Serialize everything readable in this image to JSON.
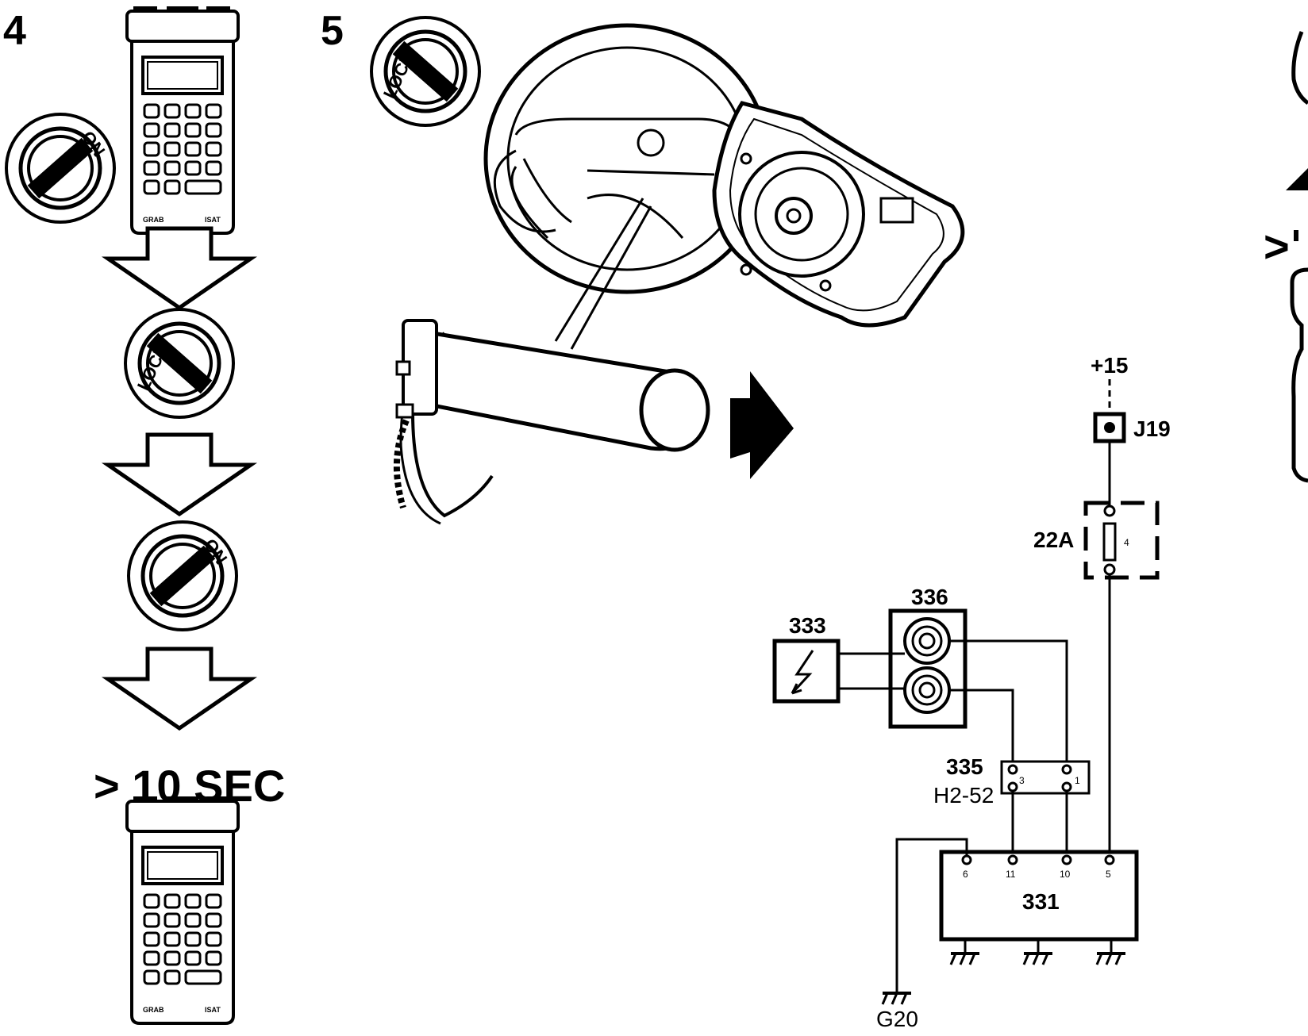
{
  "steps": {
    "step4": "4",
    "step5": "5"
  },
  "left_panel": {
    "key_on_label": "ON",
    "key_lock_label": "LOCK",
    "delay_label": "> 10 SEC",
    "tester_footer_left": "GRAB",
    "tester_footer_right": "ISAT"
  },
  "middle_panel": {
    "key_lock_label": "LOCK"
  },
  "circuit": {
    "supply": "+15",
    "junction": "J19",
    "fuse_block": "22A",
    "fuse_number": "4",
    "comp_333": "333",
    "comp_336": "336",
    "comp_335": "335",
    "connector": "H2-52",
    "connector_pin_a": "3",
    "connector_pin_b": "1",
    "module": "331",
    "module_pins": [
      "6",
      "11",
      "10",
      "5"
    ],
    "ground": "G20"
  },
  "right_edge": {
    "mark": ">"
  }
}
